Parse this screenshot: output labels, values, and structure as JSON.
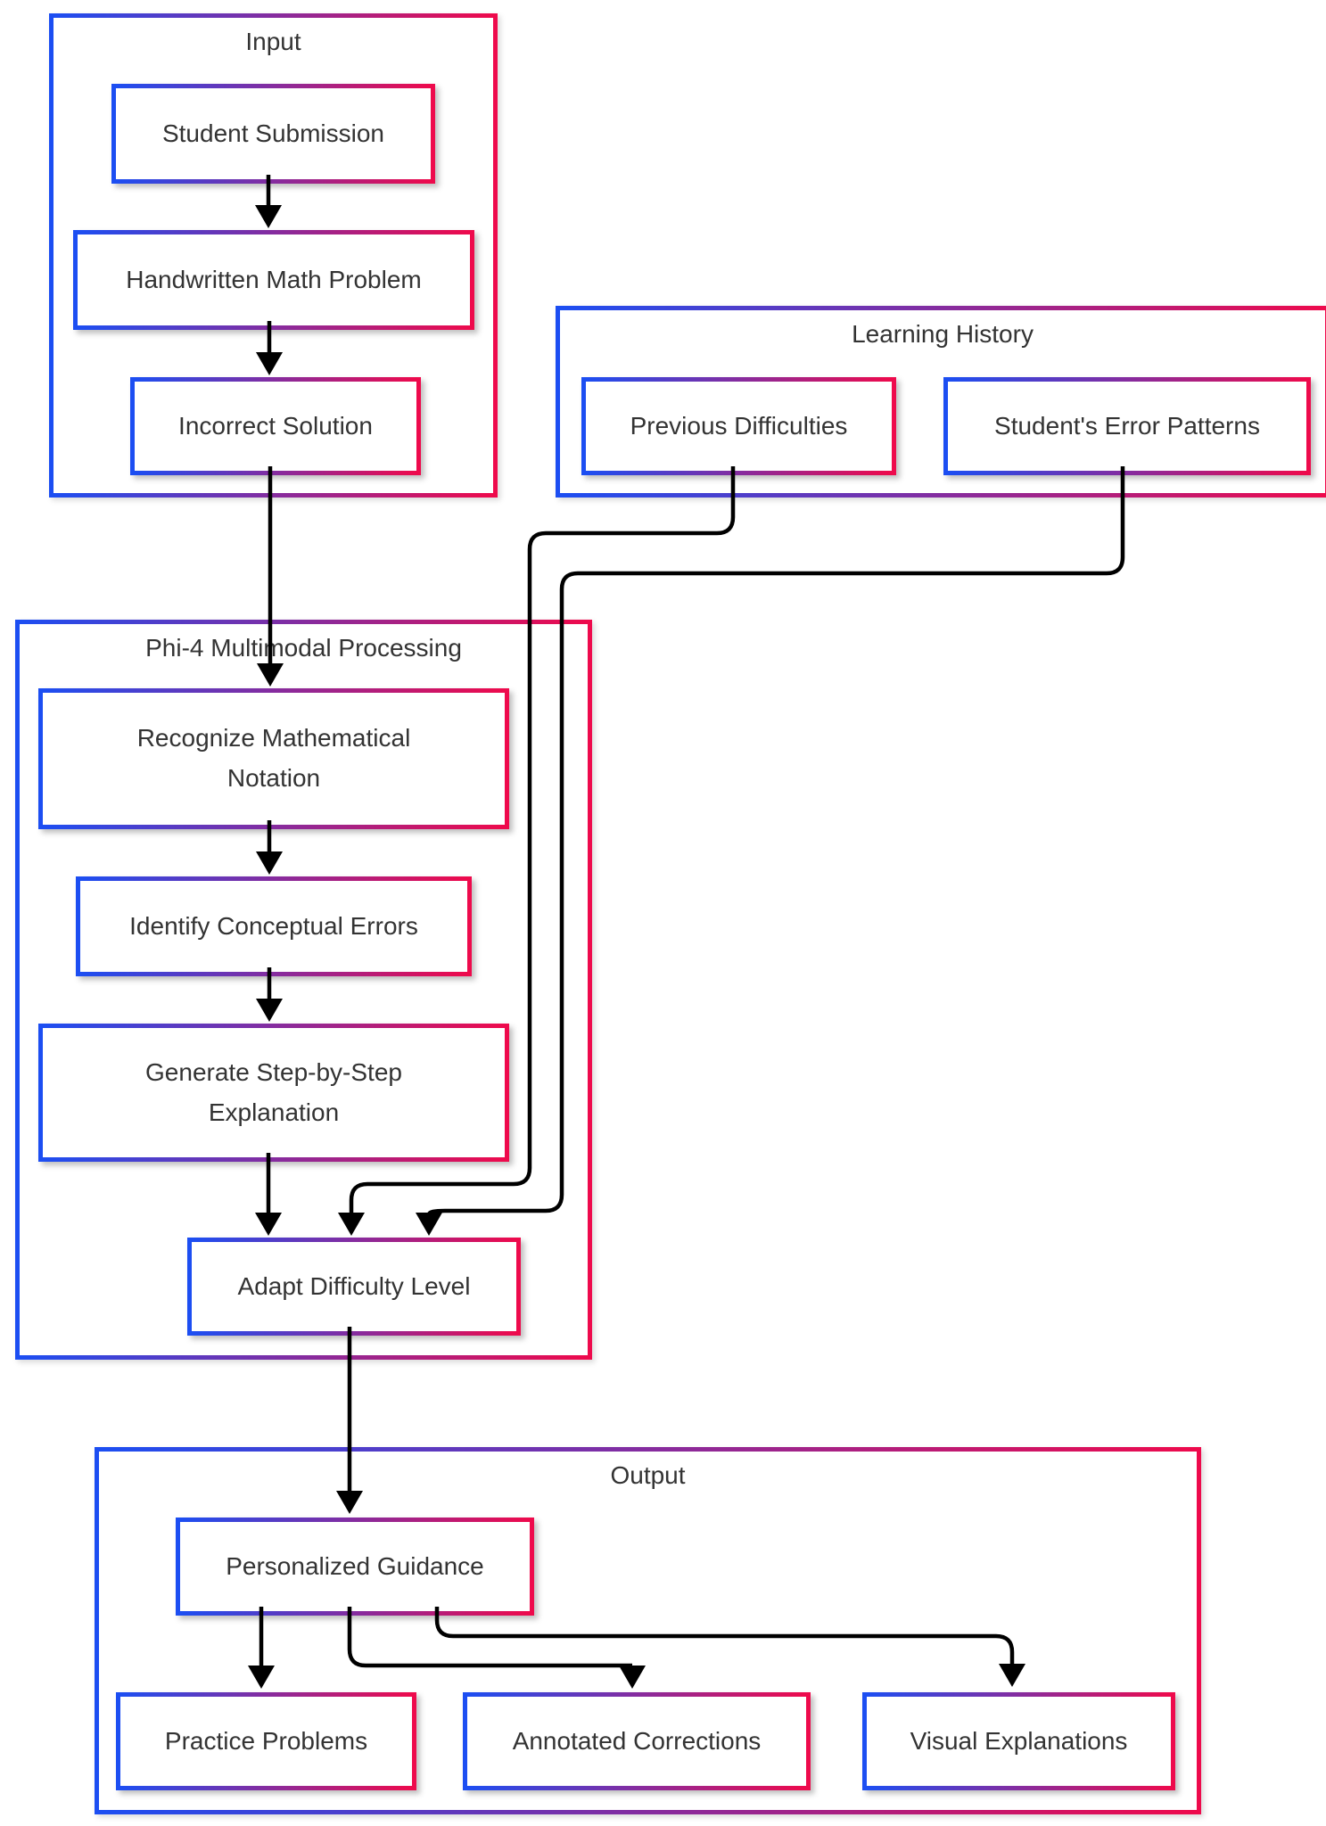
{
  "diagram": {
    "type": "flowchart",
    "colors": {
      "gradient_start": "#1c4ef2",
      "gradient_end": "#ee0a4c",
      "arrow": "#000000",
      "text": "#333333",
      "background": "#ffffff"
    },
    "groups": [
      {
        "title": "Input",
        "nodes": [
          "Student Submission",
          "Handwritten Math Problem",
          "Incorrect Solution"
        ]
      },
      {
        "title": "Learning History",
        "nodes": [
          "Previous Difficulties",
          "Student's Error Patterns"
        ]
      },
      {
        "title": "Phi-4 Multimodal Processing",
        "nodes": [
          "Recognize Mathematical Notation",
          "Identify Conceptual Errors",
          "Generate Step-by-Step Explanation",
          "Adapt Difficulty Level"
        ]
      },
      {
        "title": "Output",
        "nodes": [
          "Personalized Guidance",
          "Practice Problems",
          "Annotated Corrections",
          "Visual Explanations"
        ]
      }
    ],
    "edges": [
      {
        "from": "Student Submission",
        "to": "Handwritten Math Problem"
      },
      {
        "from": "Handwritten Math Problem",
        "to": "Incorrect Solution"
      },
      {
        "from": "Incorrect Solution",
        "to": "Recognize Mathematical Notation"
      },
      {
        "from": "Recognize Mathematical Notation",
        "to": "Identify Conceptual Errors"
      },
      {
        "from": "Identify Conceptual Errors",
        "to": "Generate Step-by-Step Explanation"
      },
      {
        "from": "Generate Step-by-Step Explanation",
        "to": "Adapt Difficulty Level"
      },
      {
        "from": "Previous Difficulties",
        "to": "Adapt Difficulty Level"
      },
      {
        "from": "Student's Error Patterns",
        "to": "Adapt Difficulty Level"
      },
      {
        "from": "Adapt Difficulty Level",
        "to": "Personalized Guidance"
      },
      {
        "from": "Personalized Guidance",
        "to": "Practice Problems"
      },
      {
        "from": "Personalized Guidance",
        "to": "Annotated Corrections"
      },
      {
        "from": "Personalized Guidance",
        "to": "Visual Explanations"
      }
    ]
  }
}
